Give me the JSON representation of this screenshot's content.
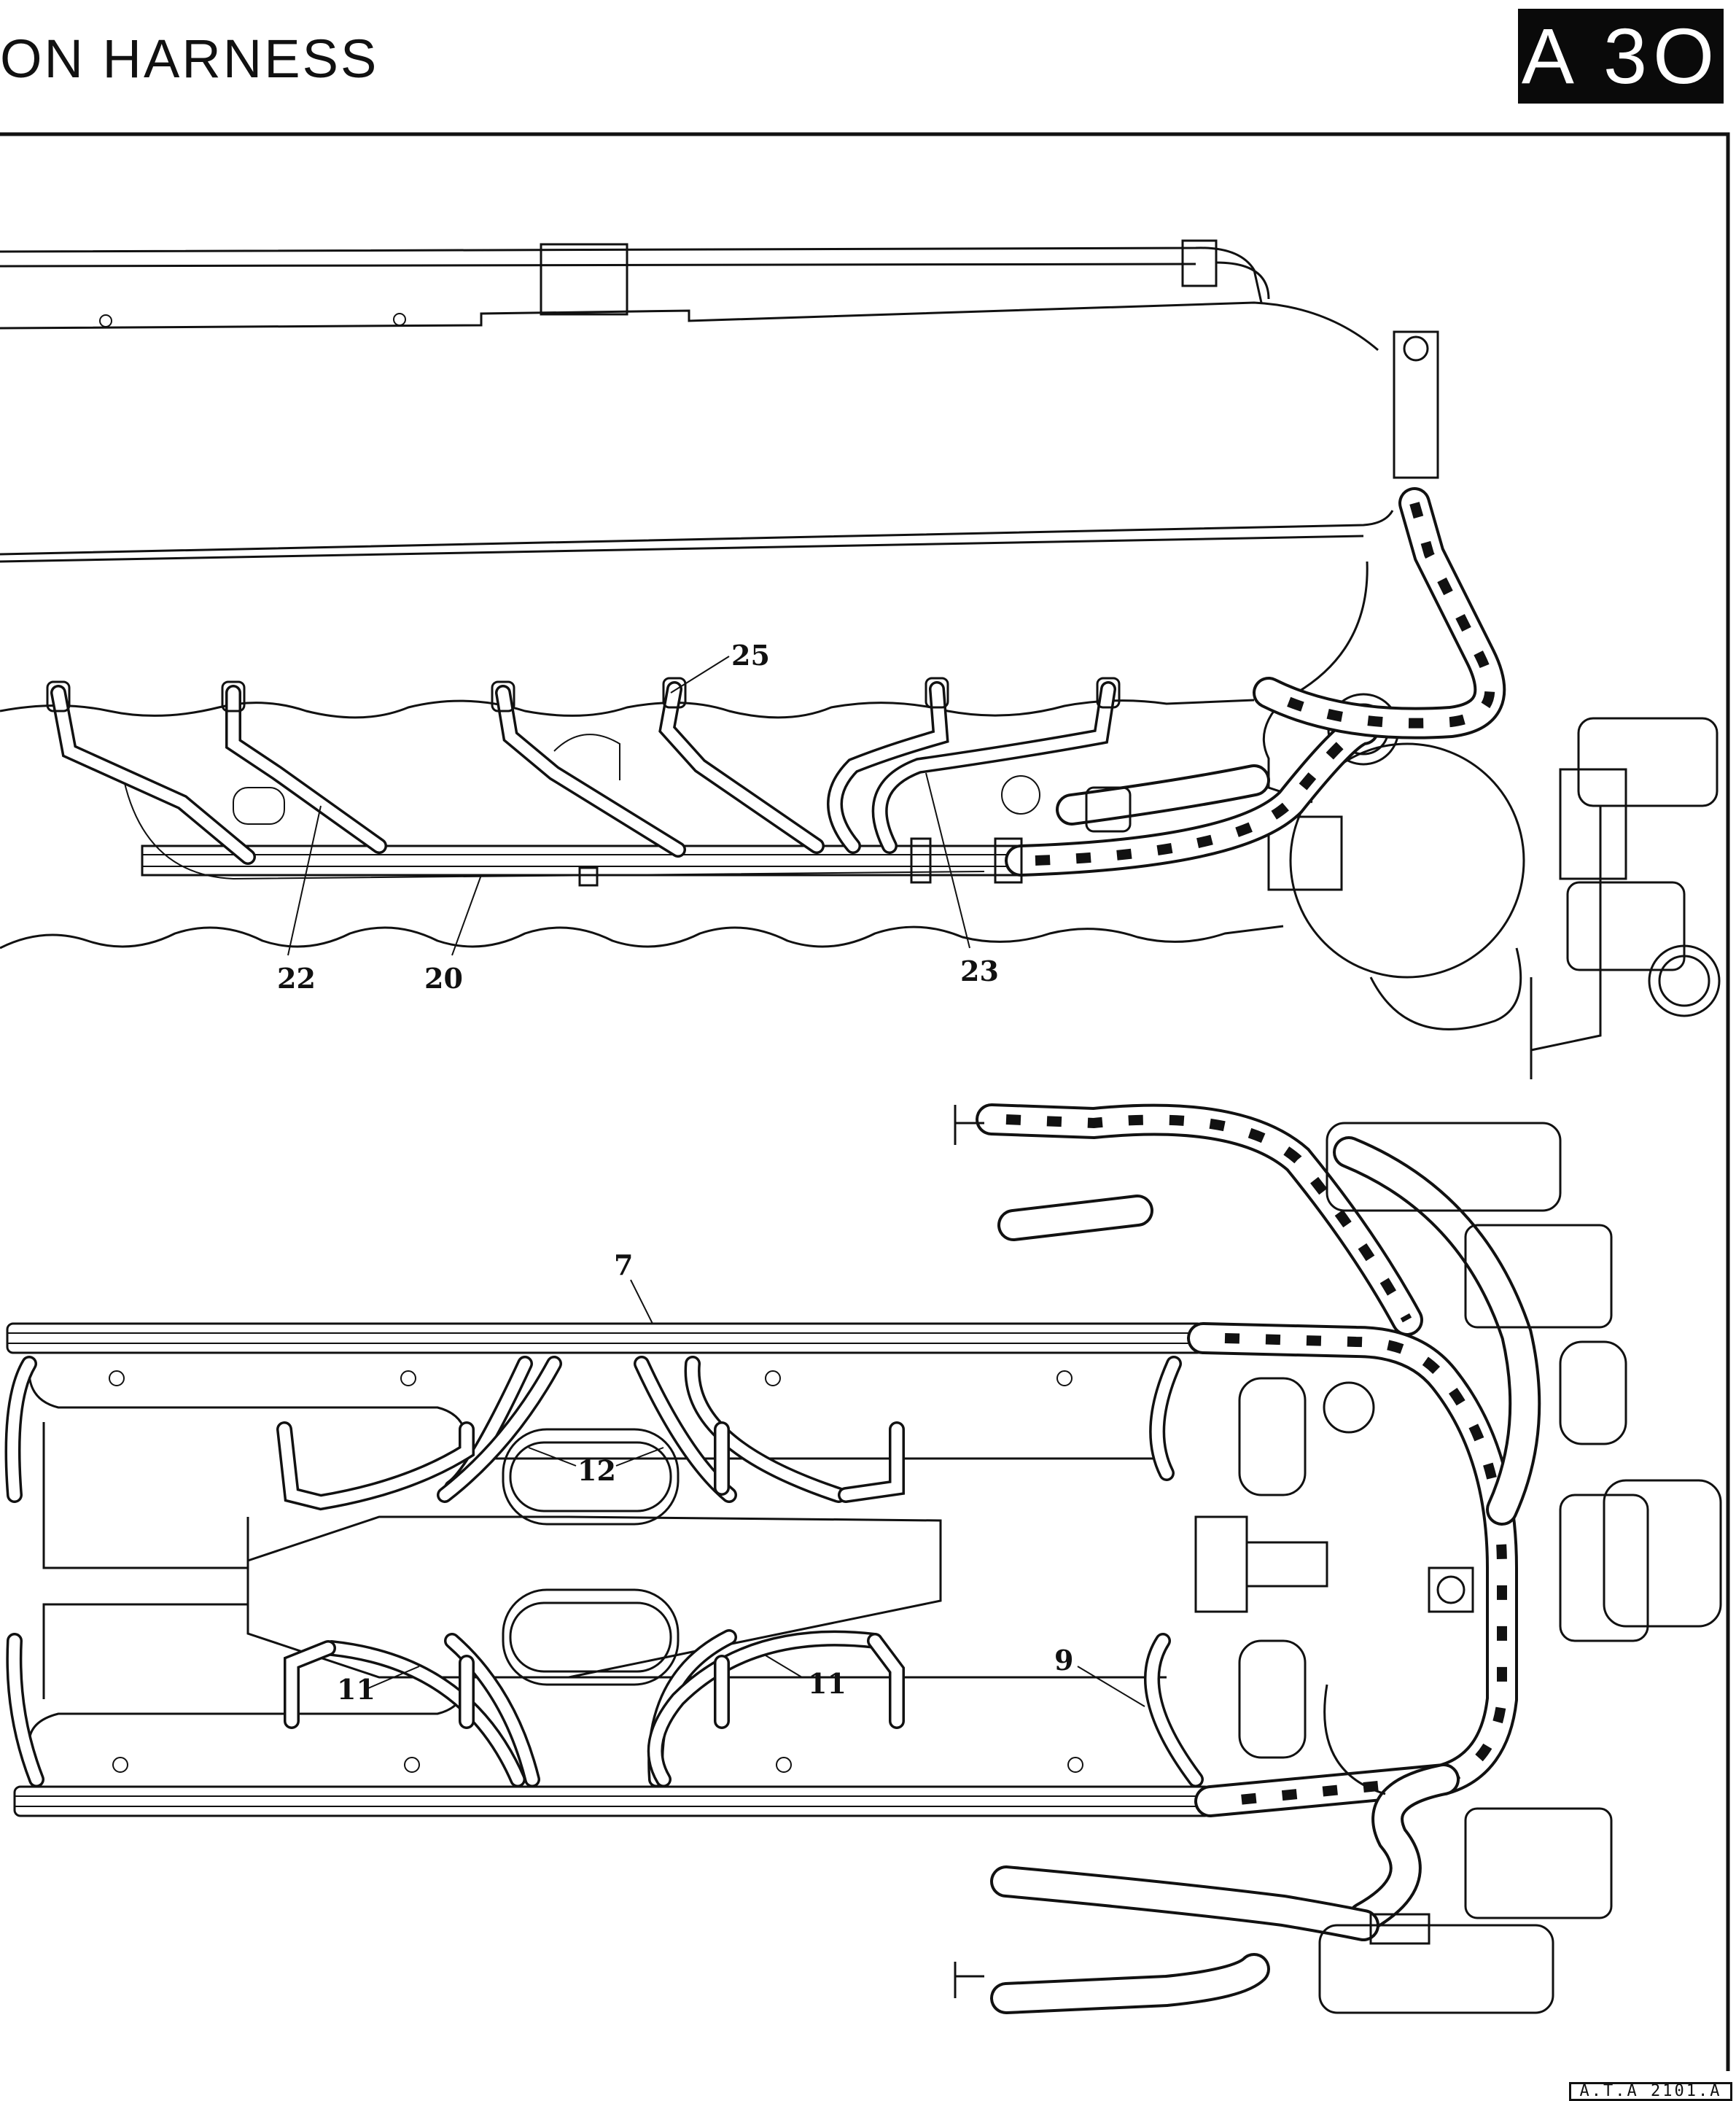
{
  "header": {
    "title": "ON  HARNESS",
    "plate_number": "A 3O"
  },
  "reference_code": "A.T.A 2101.A",
  "callouts": {
    "c25": "25",
    "c22": "22",
    "c20": "20",
    "c23": "23",
    "c7": "7",
    "c12": "12",
    "c11a": "11",
    "c11b": "11",
    "c9": "9"
  }
}
